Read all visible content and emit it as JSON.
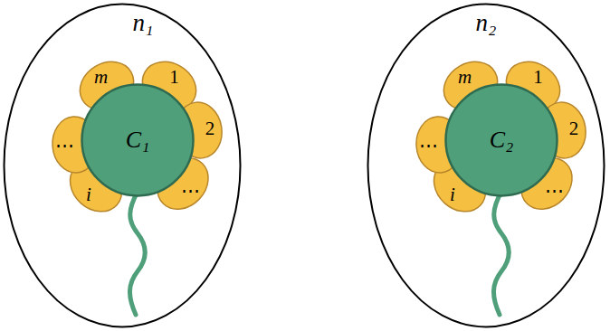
{
  "diagram": {
    "nodes": [
      {
        "text": [
          "n₁"
        ]
      },
      {
        "text": [
          "C₁"
        ],
        "in": 0
      },
      {
        "text": [
          "m"
        ],
        "in": 0
      },
      {
        "text": [
          "1"
        ],
        "in": 0
      },
      {
        "text": [
          "2"
        ],
        "in": 0
      },
      {
        "text": [
          "⋯"
        ],
        "in": 0
      },
      {
        "text": [
          "i"
        ],
        "in": 0
      },
      {
        "text": [
          "⋯"
        ],
        "in": 0
      },
      {
        "text": [
          "n₂"
        ]
      },
      {
        "text": [
          "C₂"
        ],
        "in": 8
      },
      {
        "text": [
          "m"
        ],
        "in": 8
      },
      {
        "text": [
          "1"
        ],
        "in": 8
      },
      {
        "text": [
          "2"
        ],
        "in": 8
      },
      {
        "text": [
          "⋯"
        ],
        "in": 8
      },
      {
        "text": [
          "i"
        ],
        "in": 8
      },
      {
        "text": [
          "⋯"
        ],
        "in": 8
      }
    ]
  }
}
